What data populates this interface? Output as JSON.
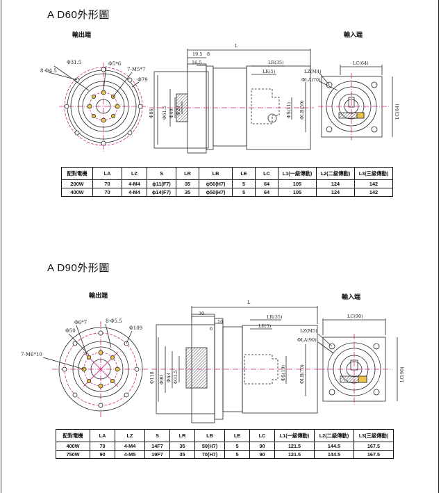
{
  "sections": [
    {
      "title": "A D60外形圖",
      "output_label": "輸出端",
      "input_label": "輸入端",
      "dims": {
        "pcd": "Φ31.5",
        "holes": "8-Φ4.5",
        "pin_holes": "Φ5*6",
        "tap": "7-M5*7",
        "outer": "Φ79",
        "L": "L",
        "d195": "19.5",
        "d8": "8",
        "d165": "16.5",
        "LR": "LR(35)",
        "LE": "LE(5)",
        "LZ": "LZ(M4)",
        "LA": "ΦLA(70)",
        "LC": "LC(64)",
        "LC_side": "LC(64)",
        "S": "ΦS(11)",
        "LB": "ΦLB(50)",
        "v1": "Φ86",
        "v2": "Φ61.5",
        "v3": "Φ40",
        "v4": "Φ20"
      },
      "table": {
        "headers": [
          "配對電機",
          "LA",
          "LZ",
          "S",
          "LR",
          "LB",
          "LE",
          "LC",
          "L1(一級傳動)",
          "L2(二級傳動)",
          "L3(三級傳動)"
        ],
        "rows": [
          [
            "200W",
            "70",
            "4-M4",
            "ϕ11(F7)",
            "35",
            "ϕ50(H7)",
            "5",
            "64",
            "105",
            "124",
            "142"
          ],
          [
            "400W",
            "70",
            "4-M4",
            "ϕ14(F7)",
            "35",
            "ϕ50(H7)",
            "5",
            "64",
            "105",
            "124",
            "142"
          ]
        ]
      }
    },
    {
      "title": "A D90外形圖",
      "output_label": "輸出端",
      "input_label": "輸入端",
      "dims": {
        "pcd": "Φ50",
        "holes": "8-Φ5.5",
        "pin_holes": "Φ6*7",
        "tap": "7-M6*10",
        "outer": "Φ109",
        "L": "L",
        "d195": "30",
        "d8": "10",
        "d165": "6",
        "LR": "LR(35)",
        "LE": "LE(5)",
        "LZ": "LZ(M5)",
        "LA": "ΦLA(90)",
        "LC": "LC(90)",
        "LC_side": "LC(90)",
        "S": "ΦS(19)",
        "LB": "ΦLB(70)",
        "v1": "Φ118",
        "v2": "Φ90",
        "v3": "Φ63",
        "v4": "Φ31.5"
      },
      "table": {
        "headers": [
          "配對電機",
          "LA",
          "LZ",
          "S",
          "LR",
          "LB",
          "LE",
          "LC",
          "L1(一級傳動)",
          "L2(二級傳動)",
          "L3(三級傳動)"
        ],
        "rows": [
          [
            "400W",
            "70",
            "4-M4",
            "14F7",
            "35",
            "50(H7)",
            "5",
            "90",
            "121.5",
            "144.5",
            "167.5"
          ],
          [
            "750W",
            "90",
            "4-M5",
            "19F7",
            "35",
            "70(H7)",
            "5",
            "90",
            "121.5",
            "144.5",
            "167.5"
          ]
        ]
      }
    }
  ]
}
